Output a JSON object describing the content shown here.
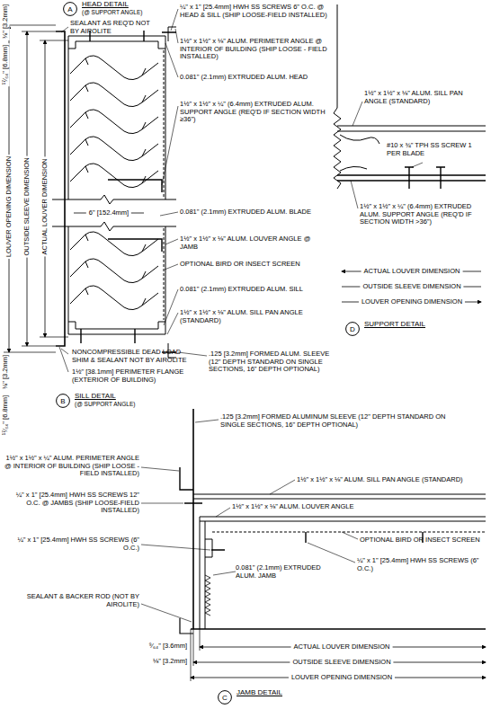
{
  "diagram": {
    "nodes": [
      {
        "text": [
          "A",
          "HEAD DETAIL",
          "(@ SUPPORT ANGLE)"
        ]
      },
      {
        "text": [
          "B",
          "SILL DETAIL",
          "(@ SUPPORT ANGLE)"
        ]
      },
      {
        "text": [
          "D",
          "SUPPORT DETAIL"
        ]
      },
      {
        "text": [
          "C",
          "JAMB DETAIL"
        ]
      }
    ],
    "edges": [],
    "labels": [
      "⅛\" [3.2mm]",
      "¹⁷⁄₆₄\" [6.8mm]",
      "LOUVER OPENING DIMENSION",
      "OUTSIDE SLEEVE DIMENSION",
      "ACTUAL LOUVER DIMENSION",
      "SEALANT AS REQ'D NOT BY AIROLITE",
      "¼\" x 1\" [25.4mm] HWH SS SCREWS 6\" O.C. @ HEAD & SILL (SHIP LOOSE-FIELD INSTALLED)",
      "1½\" x 1½\" x ⅛\" ALUM. PERIMETER ANGLE @ INTERIOR OF BUILDING (SHIP LOOSE - FIELD INSTALLED)",
      "0.081\" (2.1mm) EXTRUDED ALUM. HEAD",
      "1½\" x 1½\" x ¼\" (6.4mm) EXTRUDED ALUM. SUPPORT ANGLE (REQ'D IF SECTION WIDTH ≥36\")",
      "6\" [152.4mm]",
      "0.081\" (2.1mm) EXTRUDED ALUM. BLADE",
      "1½\" x 1½\" x ⅛\" ALUM. LOUVER ANGLE @ JAMB",
      "OPTIONAL BIRD OR INSECT SCREEN",
      "0.081\" (2.1mm) EXTRUDED ALUM. SILL",
      "1½\" x 1½\" x ⅛\" ALUM. SILL PAN ANGLE (STANDARD)",
      "⅛\" [3.2mm]",
      "¹⁷⁄₆₄\" [6.8mm]",
      "NONCOMPRESSIBLE DEAD LOAD SHIM & SEALANT NOT BY AIROLITE",
      "1½\" [38.1mm] PERIMETER FLANGE (EXTERIOR OF BUILDING)",
      ".125 [3.2mm] FORMED ALUM. SLEEVE (12\" DEPTH STANDARD ON SINGLE SECTIONS, 16\" DEPTH OPTIONAL)",
      "1½\" x 1½\" x ⅛\" ALUM. SILL PAN ANGLE (STANDARD)",
      "#10 x ¾\" TPH SS SCREW 1 PER BLADE",
      "1½\" x 1½\" x ¼\" (6.4mm) EXTRUDED ALUM. SUPPORT ANGLE (REQ'D IF SECTION WIDTH >36\")",
      "ACTUAL LOUVER DIMENSION",
      "OUTSIDE SLEEVE DIMENSION",
      "LOUVER OPENING DIMENSION",
      ".125 [3.2mm] FORMED ALUMINUM SLEEVE (12\" DEPTH STANDARD ON SINGLE SECTIONS, 16\" DEPTH OPTIONAL)",
      "1½\" x 1½\" x ¼\" ALUM. PERIMETER ANGLE @ INTERIOR OF BUILDING (SHIP LOOSE - FIELD INSTALLED)",
      "¼\" x 1\" [25.4mm] HWH SS SCREWS 12\" O.C. @ JAMBS (SHIP LOOSE-FIELD INSTALLED)",
      "1½\" x 1½\" x ⅛\" ALUM. SILL PAN ANGLE (STANDARD)",
      "1½\" x 1½\" x ⅛\" ALUM. LOUVER ANGLE",
      "OPTIONAL BIRD OR INSECT SCREEN",
      "¼\" x 1\" [25.4mm] HWH SS SCREWS (6\" O.C.)",
      "0.081\" (2.1mm) EXTRUDED ALUM. JAMB",
      "¼\" x 1\" [25.4mm] HWH SS SCREWS (6\" O.C.)",
      "SEALANT & BACKER ROD (NOT BY AIROLITE)",
      "⁹⁄₆₄\" [3.6mm]",
      "⅛\" [3.2mm]",
      "ACTUAL LOUVER DIMENSION",
      "OUTSIDE SLEEVE DIMENSION",
      "LOUVER OPENING DIMENSION"
    ]
  }
}
